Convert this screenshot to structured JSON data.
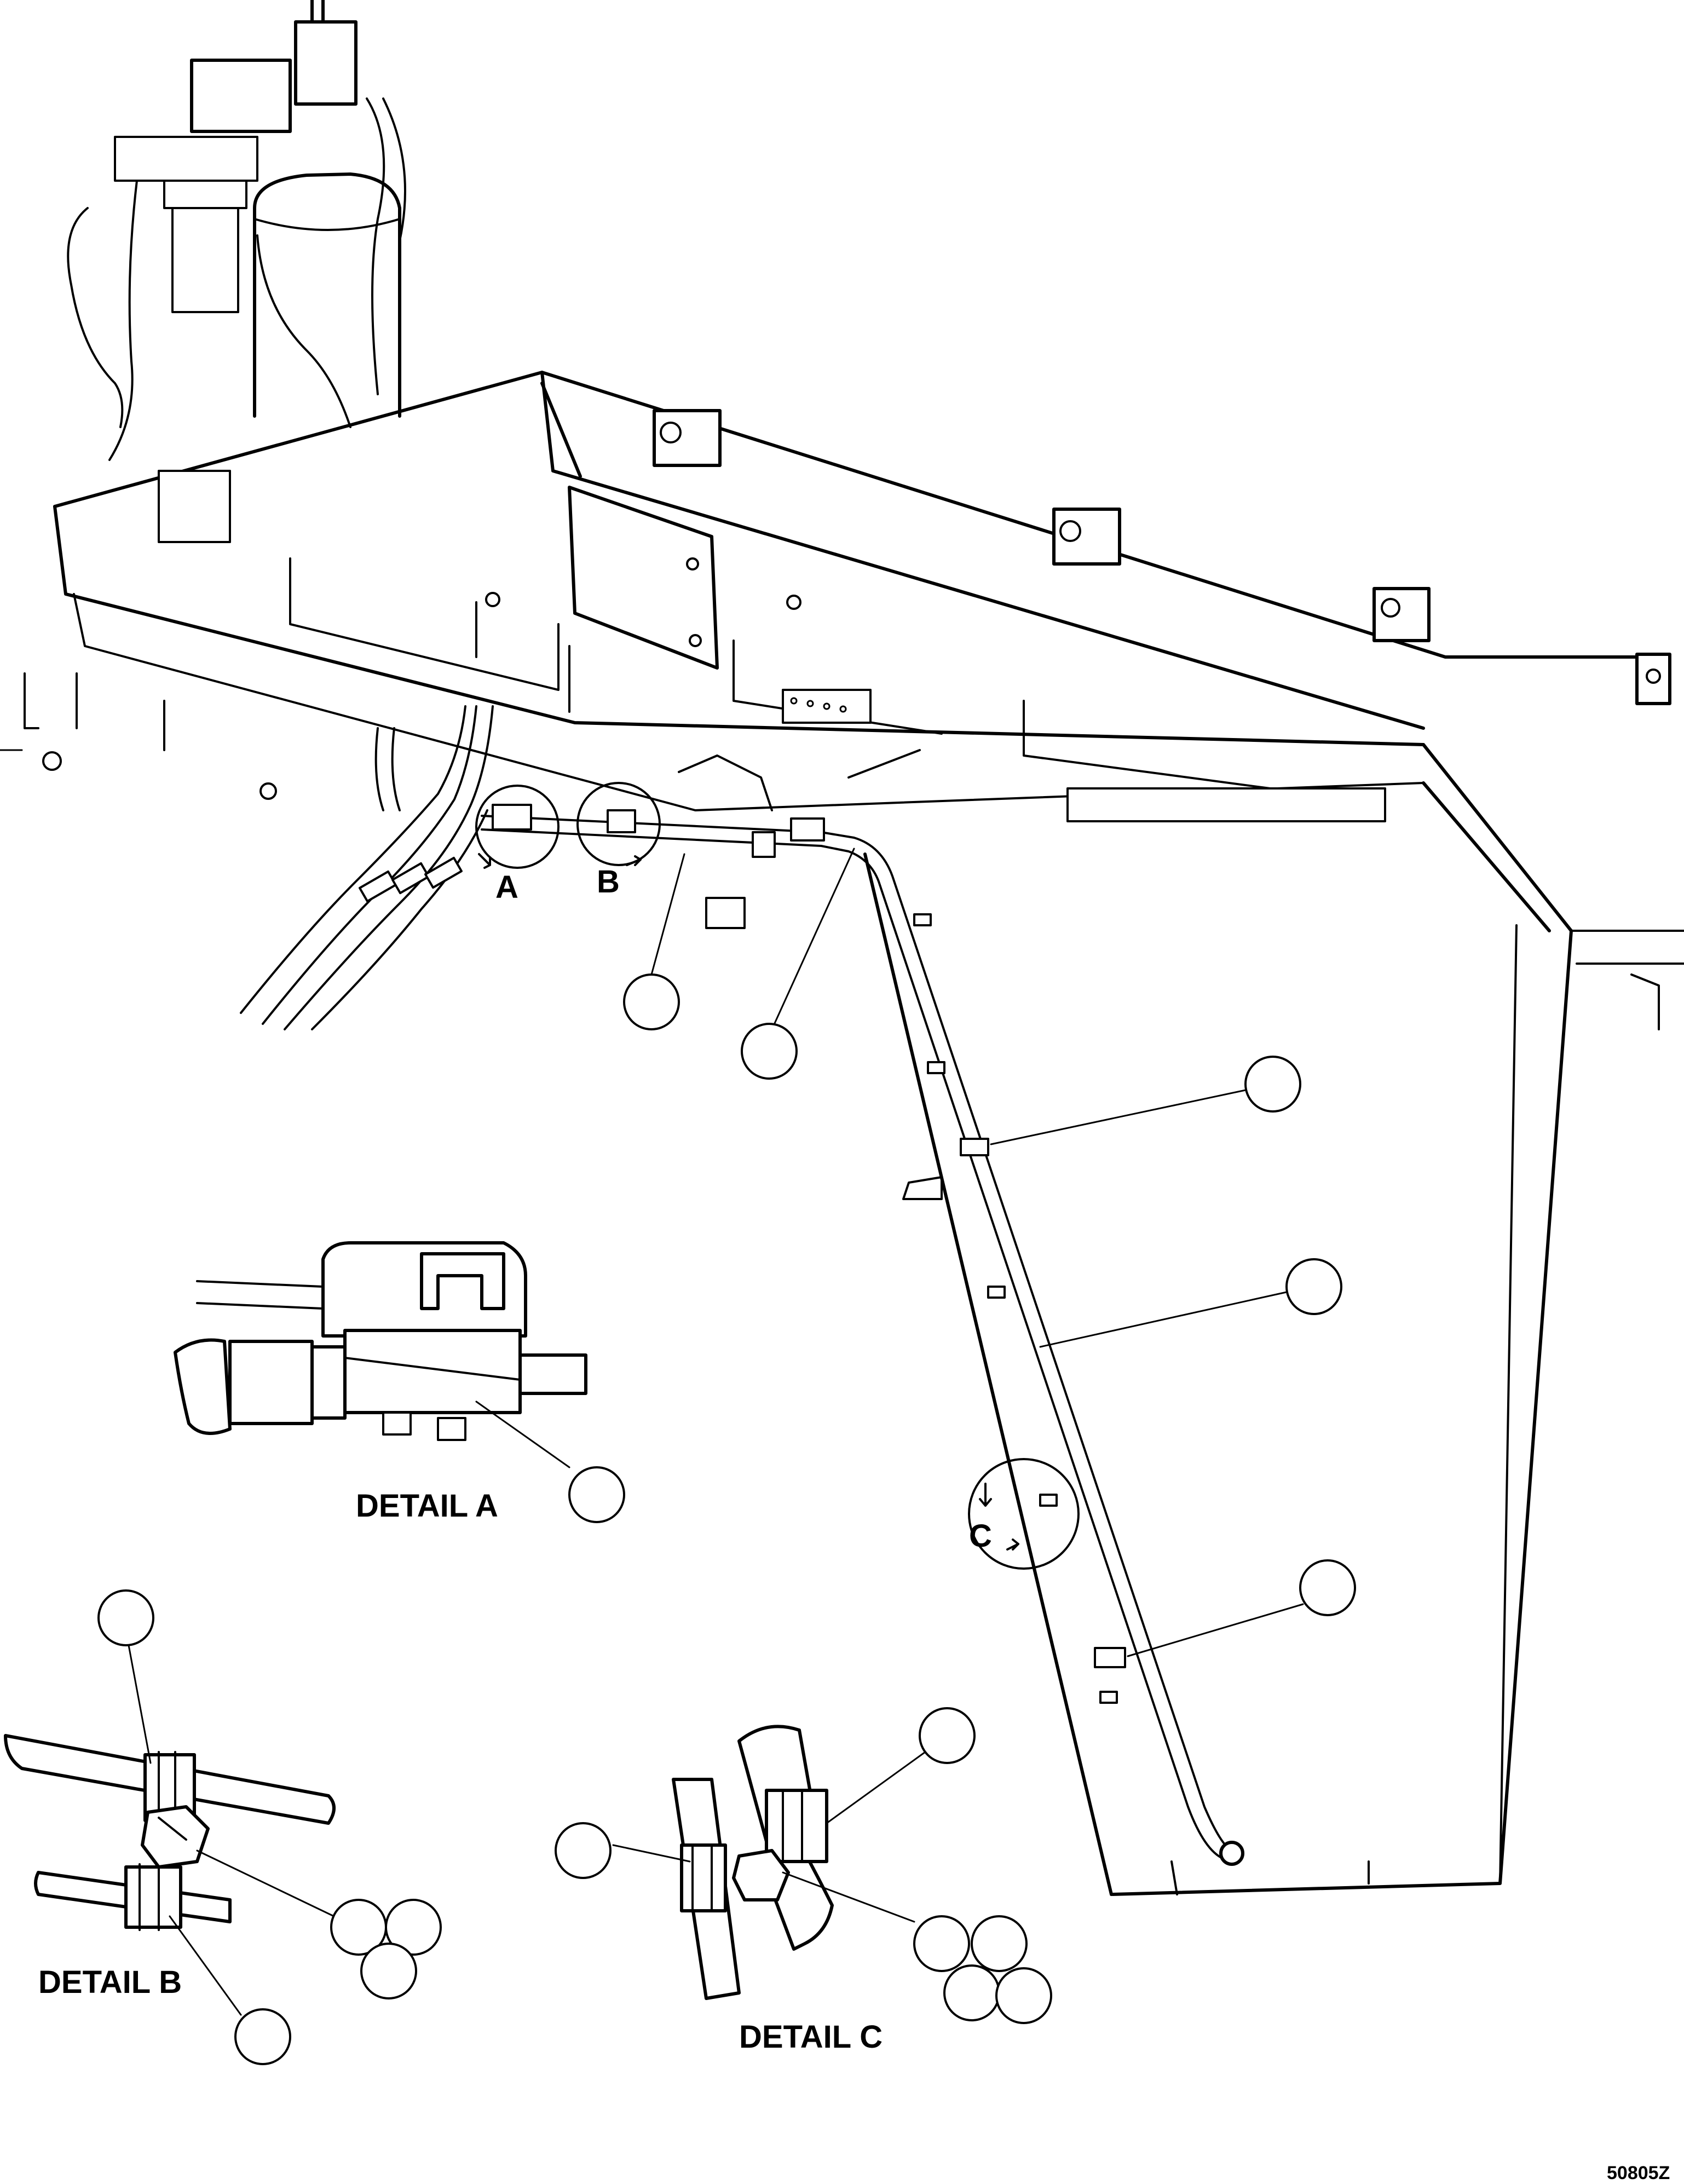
{
  "detail_labels": {
    "a": "DETAIL A",
    "b": "DETAIL B",
    "c": "DETAIL C"
  },
  "view_indicators": {
    "a": "A",
    "b": "B",
    "c": "C"
  },
  "drawing_number": "50805Z"
}
